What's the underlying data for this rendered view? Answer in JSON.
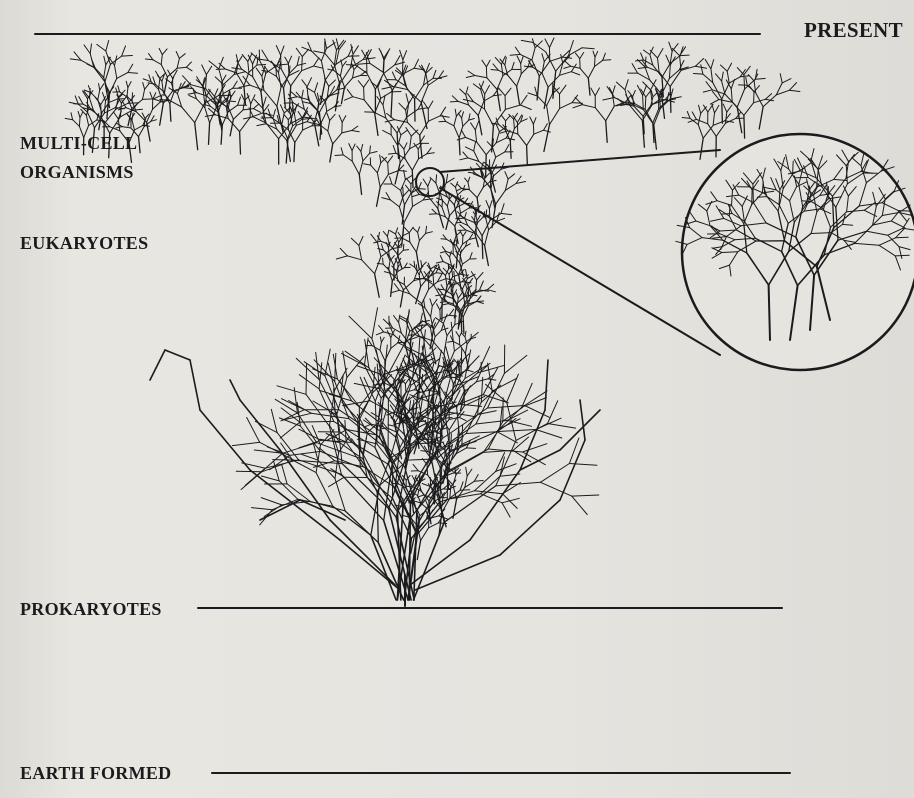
{
  "labels": {
    "present": "PRESENT",
    "multicell_line1": "MULTI-CELL",
    "multicell_line2": "ORGANISMS",
    "eukaryotes": "EUKARYOTES",
    "prokaryotes": "PROKARYOTES",
    "earth_formed": "EARTH FORMED"
  },
  "colors": {
    "ink": "#1b1b1d",
    "paper": "#e4e2dc"
  }
}
